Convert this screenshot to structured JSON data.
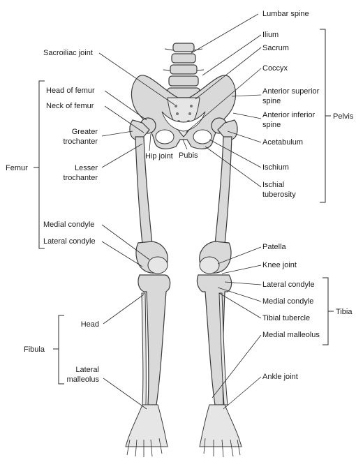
{
  "labels": {
    "lumbar_spine": "Lumbar spine",
    "ilium": "Ilium",
    "sacrum": "Sacrum",
    "coccyx": "Coccyx",
    "sacroiliac_joint": "Sacroiliac joint",
    "head_of_femur": "Head of femur",
    "neck_of_femur": "Neck of femur",
    "greater_trochanter_1": "Greater",
    "greater_trochanter_2": "trochanter",
    "lesser_trochanter_1": "Lesser",
    "lesser_trochanter_2": "trochanter",
    "hip_joint": "Hip joint",
    "pubis": "Pubis",
    "asis_1": "Anterior superior",
    "asis_2": "spine",
    "aiis_1": "Anterior inferior",
    "aiis_2": "spine",
    "acetabulum": "Acetabulum",
    "ischium": "Ischium",
    "ischial_tuberosity_1": "Ischial",
    "ischial_tuberosity_2": "tuberosity",
    "pelvis": "Pelvis",
    "femur": "Femur",
    "medial_condyle_femur": "Medial condyle",
    "lateral_condyle_femur": "Lateral condyle",
    "patella": "Patella",
    "knee_joint": "Knee joint",
    "lateral_condyle_tibia": "Lateral condyle",
    "medial_condyle_tibia": "Medial condyle",
    "tibial_tubercle": "Tibial tubercle",
    "tibia": "Tibia",
    "medial_malleolus": "Medial malleolus",
    "ankle_joint": "Ankle joint",
    "head_fibula": "Head",
    "fibula": "Fibula",
    "lateral_malleolus_1": "Lateral",
    "lateral_malleolus_2": "malleolus"
  }
}
